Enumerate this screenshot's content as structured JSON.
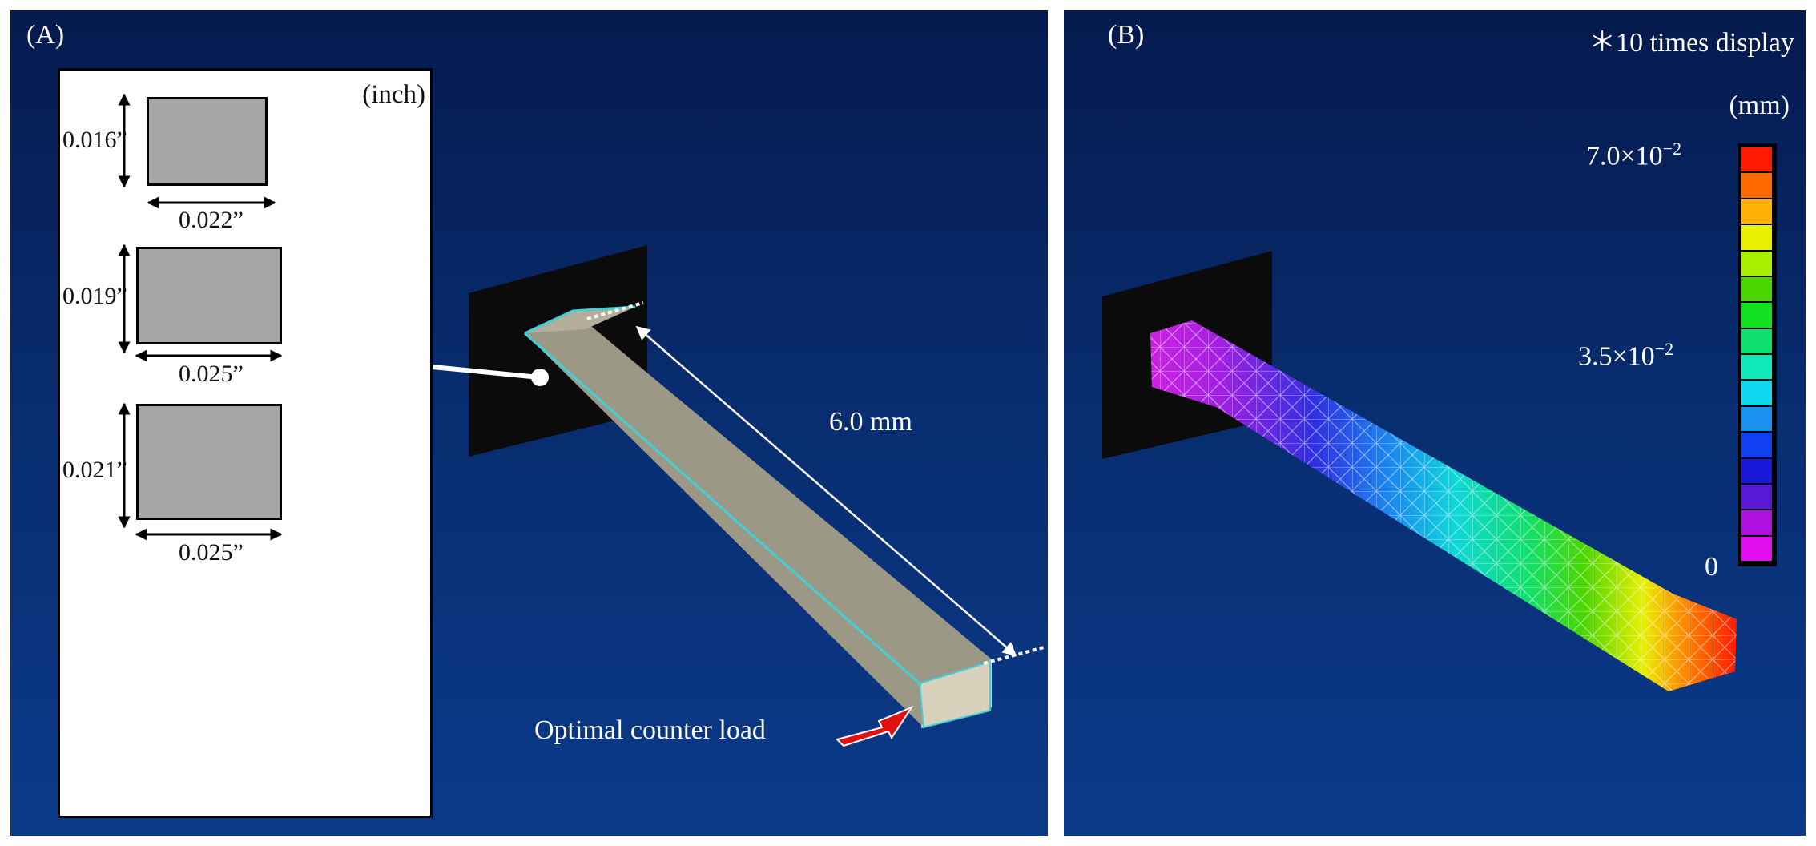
{
  "panel_a": {
    "label": "(A)",
    "inset": {
      "unit": "(inch)",
      "sections": [
        {
          "height": "0.016”",
          "width": "0.022”"
        },
        {
          "height": "0.019”",
          "width": "0.025”"
        },
        {
          "height": "0.021”",
          "width": "0.025”"
        }
      ]
    },
    "length_label": "6.0 mm",
    "load_label": "Optimal counter load"
  },
  "panel_b": {
    "label": "(B)",
    "note": "＊10 times display",
    "unit": "(mm)",
    "scale": {
      "max": "7.0×10",
      "mid": "3.5×10",
      "exponent": "−2",
      "min": "0"
    },
    "colorbar": [
      "#ff1a00",
      "#ff6a00",
      "#ffb000",
      "#e8f000",
      "#a8f000",
      "#4cd600",
      "#10e020",
      "#10e070",
      "#10e8b8",
      "#10d8f0",
      "#1a90f0",
      "#1040f0",
      "#1818d8",
      "#5818d8",
      "#b010e0",
      "#e010f0"
    ]
  }
}
